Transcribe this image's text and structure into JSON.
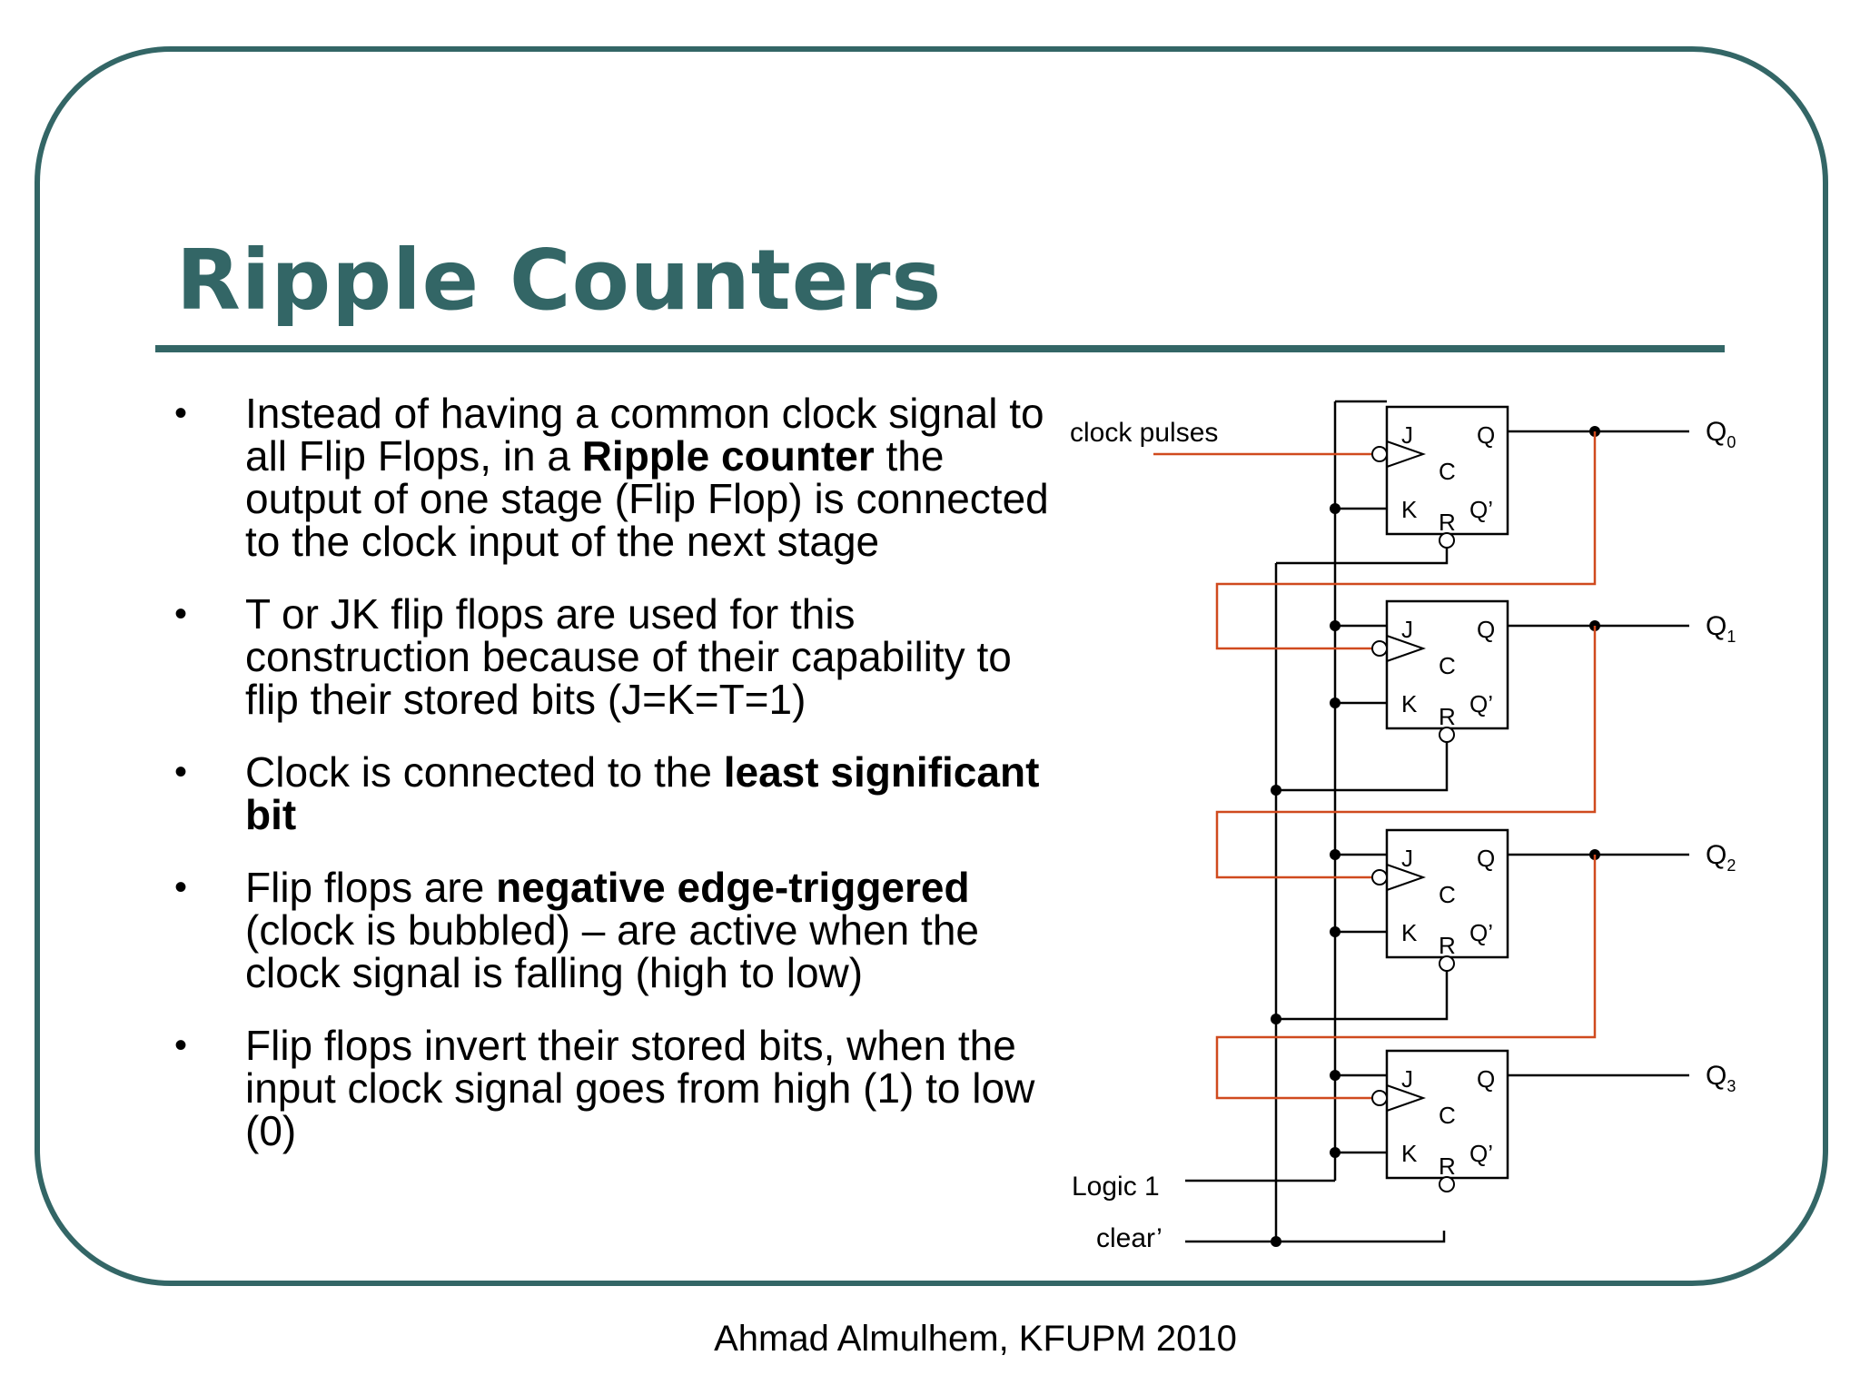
{
  "slide": {
    "title": "Ripple Counters",
    "bullets": [
      {
        "parts": [
          {
            "text": "Instead of having a common clock signal to all Flip Flops, in a ",
            "bold": false
          },
          {
            "text": "Ripple counter",
            "bold": true
          },
          {
            "text": " the output of one stage (Flip Flop) is connected to the clock input of the next stage",
            "bold": false
          }
        ]
      },
      {
        "parts": [
          {
            "text": "T or JK flip flops are used for this construction because of their capability to flip their stored bits (J=K=T=1)",
            "bold": false
          }
        ]
      },
      {
        "parts": [
          {
            "text": "Clock is connected to the ",
            "bold": false
          },
          {
            "text": "least significant bit",
            "bold": true
          }
        ]
      },
      {
        "parts": [
          {
            "text": "Flip flops are ",
            "bold": false
          },
          {
            "text": "negative edge-triggered",
            "bold": true
          },
          {
            "text": " (clock is bubbled) – are active when the clock signal is falling (high to low)",
            "bold": false
          }
        ]
      },
      {
        "parts": [
          {
            "text": "Flip flops invert their stored bits, when the input clock signal goes from high (1) to low (0)",
            "bold": false
          }
        ]
      }
    ],
    "bullet_symbol": "•",
    "footer": "Ahmad Almulhem, KFUPM 2010"
  },
  "circuit": {
    "input_labels": {
      "clock": "clock pulses",
      "logic1": "Logic 1",
      "clear": "clear’"
    },
    "pin_labels": {
      "j": "J",
      "k": "K",
      "q": "Q",
      "qbar": "Q’",
      "clk": "C",
      "reset": "R"
    },
    "outputs": [
      {
        "name": "Q",
        "sub": "0"
      },
      {
        "name": "Q",
        "sub": "1"
      },
      {
        "name": "Q",
        "sub": "2"
      },
      {
        "name": "Q",
        "sub": "3"
      }
    ]
  },
  "colors": {
    "theme": "#336666",
    "clock_wire": "#d04a1e",
    "wire": "#000000"
  }
}
